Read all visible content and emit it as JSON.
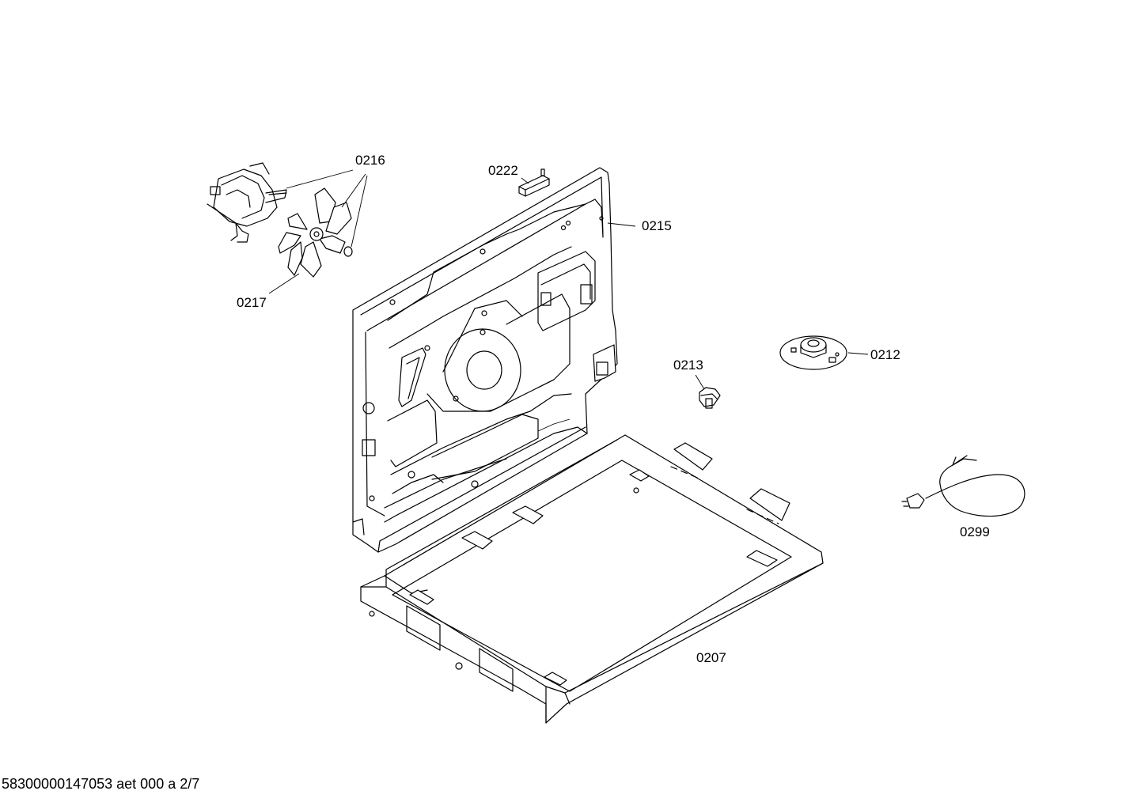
{
  "diagram": {
    "labels": {
      "p0216": "0216",
      "p0222": "0222",
      "p0215": "0215",
      "p0217": "0217",
      "p0213": "0213",
      "p0212": "0212",
      "p0299": "0299",
      "p0207": "0207"
    },
    "footer_code": "58300000147053 aet 000 a 2/7"
  }
}
